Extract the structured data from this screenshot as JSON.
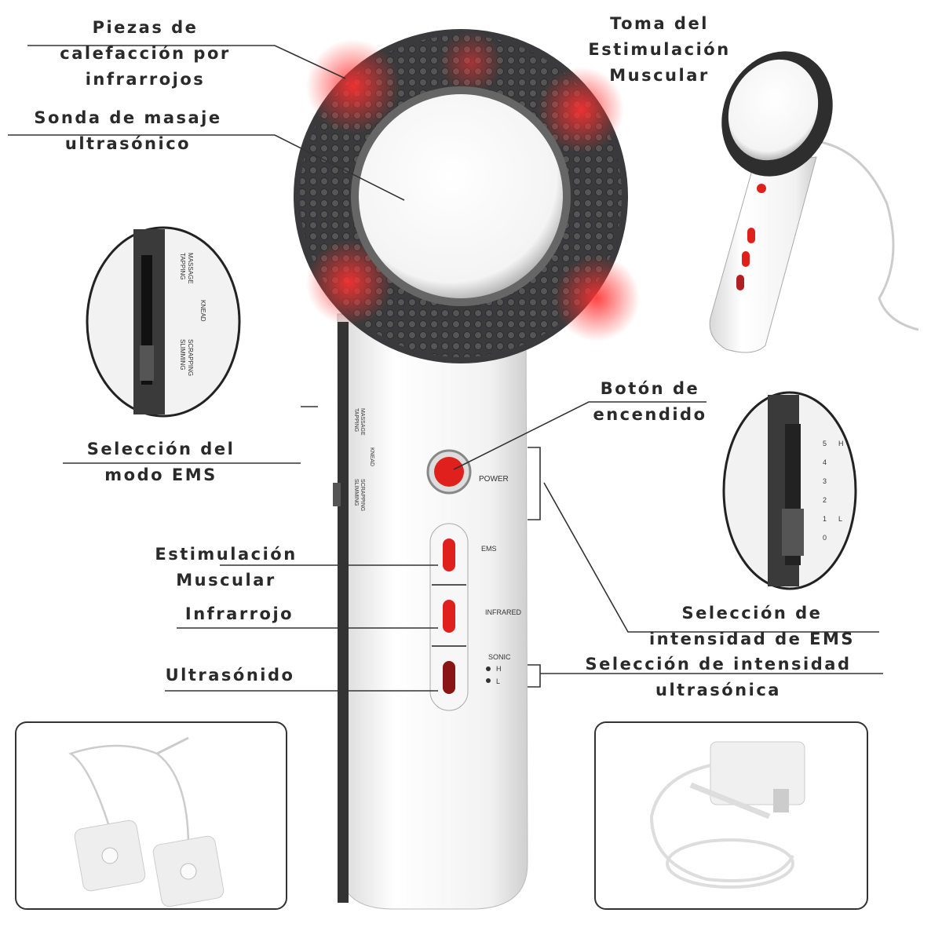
{
  "labels": {
    "infrared_heating": [
      "Piezas de",
      "calefacción por",
      "infrarrojos"
    ],
    "ultrasonic_probe": [
      "Sonda de masaje",
      "ultrasónico"
    ],
    "ems_socket": [
      "Toma del",
      "Estimulación",
      "Muscular"
    ],
    "ems_mode": [
      "Selección del",
      "modo EMS"
    ],
    "power_button": [
      "Botón de",
      "encendido"
    ],
    "ems": [
      "Estimulación",
      "Muscular"
    ],
    "infrared": [
      "Infrarrojo"
    ],
    "ultrasound": [
      "Ultrasónido"
    ],
    "ems_intensity": [
      "Selección de",
      "intensidad de EMS"
    ],
    "ultrasonic_intensity": [
      "Selección de intensidad",
      "ultrasónica"
    ]
  },
  "device": {
    "power": "POWER",
    "ems": "EMS",
    "infrared": "INFRARED",
    "sonic": "SONIC",
    "sonic_high": "H",
    "sonic_low": "L",
    "modes": [
      "MASSAGE",
      "TAPPING",
      "KNEAD",
      "SCRAPPING",
      "SLIMMING"
    ],
    "intensity_levels": [
      "5",
      "4",
      "3",
      "2",
      "1",
      "0"
    ],
    "intensity_high": "H",
    "intensity_low": "L"
  },
  "colors": {
    "red": "#e0201c",
    "ring": "#3a3a3c",
    "text": "#2a2a2a"
  }
}
